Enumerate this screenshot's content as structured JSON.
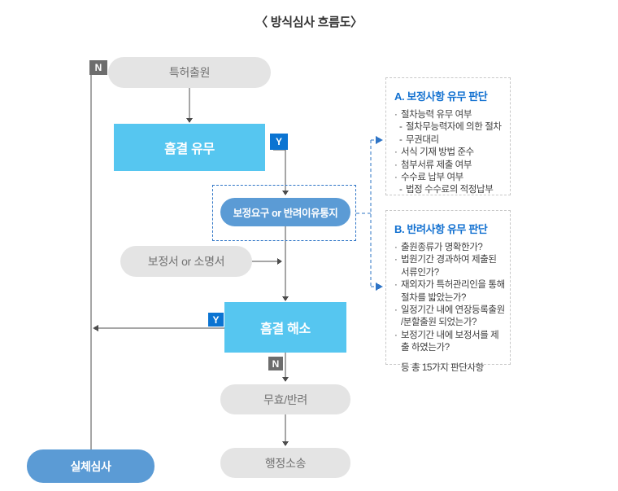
{
  "title": "〈 방식심사 흐름도〉",
  "colors": {
    "sky_box": "#56c6f0",
    "blue_pill": "#5b9bd5",
    "gray_pill": "#e4e4e4",
    "yes_badge": "#0b74d2",
    "no_badge": "#6d6d6d",
    "panel_title_blue": "#1170d0",
    "dashed_connector_blue": "#2e74c6",
    "flow_line_gray": "#4d4d4d"
  },
  "nodes": {
    "patent_application": "특허출원",
    "defect_check": "흠결 유무",
    "correction_request": "보정요구 or  반려이유통지",
    "statement_doc": "보정서 or 소명서",
    "defect_resolved": "흠결 해소",
    "invalidation": "무효/반려",
    "litigation": "행정소송",
    "substantive_exam": "실체심사"
  },
  "branch_labels": {
    "n_top": "N",
    "y_defect": "Y",
    "y_resolved": "Y",
    "n_resolved": "N"
  },
  "panel_a": {
    "title": "A. 보정사항 유무 판단",
    "items": [
      {
        "marker": "·",
        "text": "절차능력 유무 여부"
      },
      {
        "marker": "-",
        "text": "절차무능력자에 의한 절차"
      },
      {
        "marker": "-",
        "text": "무권대리"
      },
      {
        "marker": "·",
        "text": "서식 기재 방법 준수"
      },
      {
        "marker": "·",
        "text": "첨부서류 제출 여부"
      },
      {
        "marker": "·",
        "text": "수수료 납부 여부"
      },
      {
        "marker": "-",
        "text": "법정 수수료의 적정납부"
      }
    ]
  },
  "panel_b": {
    "title": "B. 반려사항 유무 판단",
    "items": [
      {
        "marker": "·",
        "text": "출원종류가 명확한가?"
      },
      {
        "marker": "·",
        "text": "법원기간 경과하여 제출된 서류인가?"
      },
      {
        "marker": "·",
        "text": "재외자가 특허관리인을 통해 절차를 밟았는가?"
      },
      {
        "marker": "·",
        "text": "일정기간 내에 연장등록출원 /분할출원 되었는가?"
      },
      {
        "marker": "·",
        "text": "보정기간 내에 보정서를 제출 하였는가?"
      }
    ],
    "footer": "등 총 15가지 판단사항"
  }
}
